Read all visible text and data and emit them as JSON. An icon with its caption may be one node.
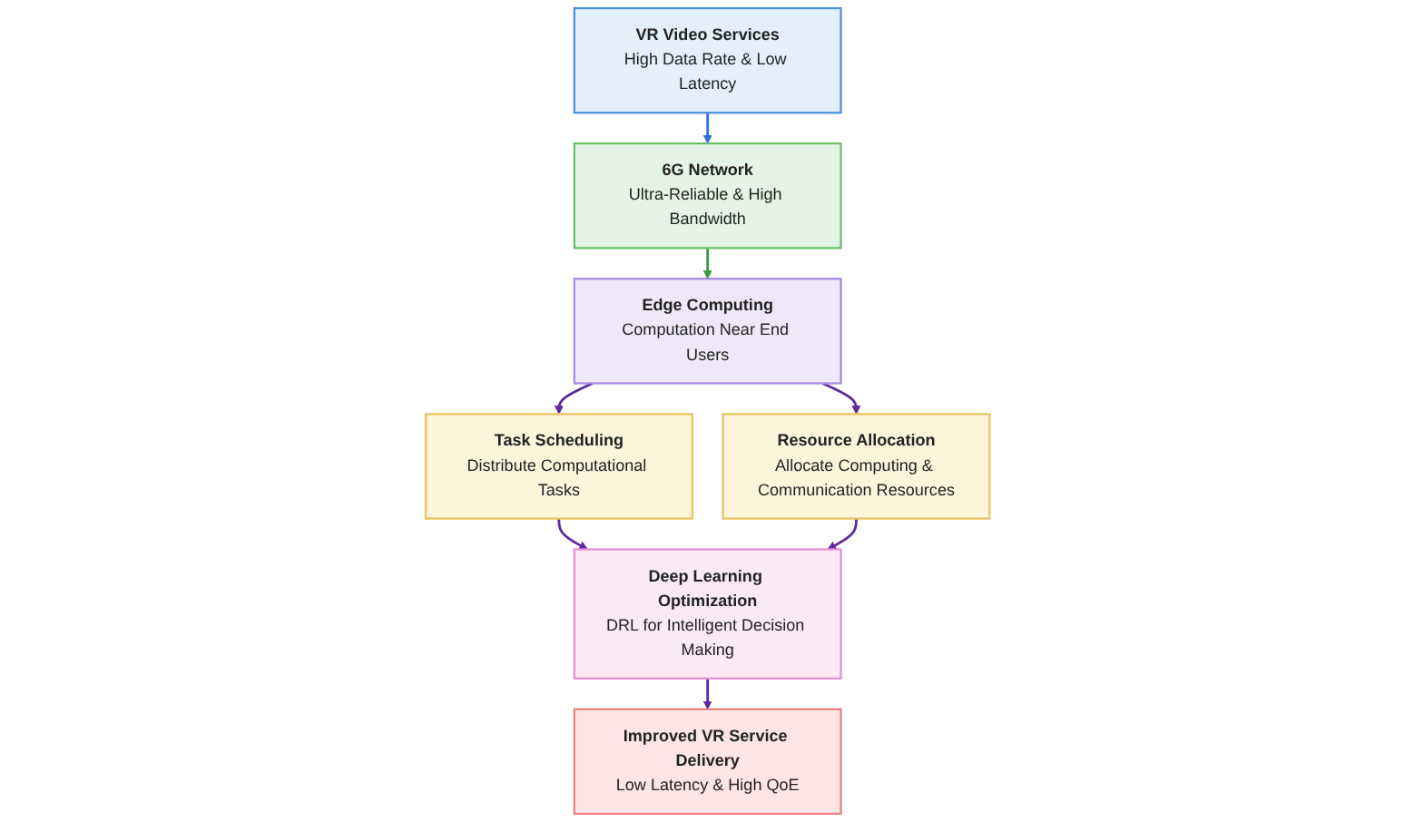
{
  "diagram": {
    "nodes": [
      {
        "text": [
          "VR Video Services",
          "High Data Rate & Low Latency"
        ]
      },
      {
        "text": [
          "6G Network",
          "Ultra-Reliable & High Bandwidth"
        ]
      },
      {
        "text": [
          "Edge Computing",
          "Computation Near End Users"
        ]
      },
      {
        "text": [
          "Task Scheduling",
          "Distribute Computational Tasks"
        ]
      },
      {
        "text": [
          "Resource Allocation",
          "Allocate Computing & Communication Resources"
        ]
      },
      {
        "text": [
          "Deep Learning Optimization",
          "DRL for Intelligent Decision Making"
        ]
      },
      {
        "text": [
          "Improved VR Service Delivery",
          "Low Latency & High QoE"
        ]
      }
    ],
    "edges": [
      {
        "from": 0,
        "to": 1,
        "arrow": "to",
        "color": "#2f6fd6"
      },
      {
        "from": 1,
        "to": 2,
        "arrow": "to",
        "color": "#3a9a3a"
      },
      {
        "from": 2,
        "to": 3,
        "arrow": "to"
      },
      {
        "from": 2,
        "to": 4,
        "arrow": "to"
      },
      {
        "from": 3,
        "to": 5,
        "arrow": "to"
      },
      {
        "from": 4,
        "to": 5,
        "arrow": "to"
      },
      {
        "from": 5,
        "to": 6,
        "arrow": "to"
      }
    ]
  }
}
